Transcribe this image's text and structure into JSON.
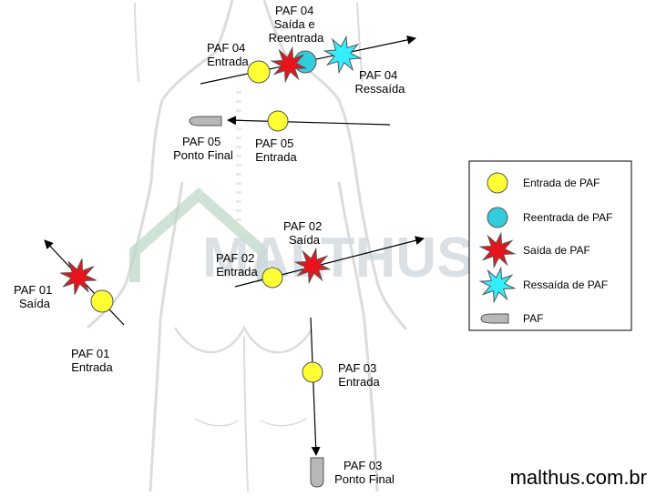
{
  "watermark": {
    "text": "MALTHUS"
  },
  "website": "malthus.com.br",
  "labels": {
    "paf04_saida_reentrada": [
      "PAF 04",
      "Saída e",
      "Reentrada"
    ],
    "paf04_entrada": [
      "PAF 04",
      "Entrada"
    ],
    "paf04_ressaida": [
      "PAF 04",
      "Ressaída"
    ],
    "paf05_ponto_final": [
      "PAF 05",
      "Ponto Final"
    ],
    "paf05_entrada": [
      "PAF 05",
      "Entrada"
    ],
    "paf02_saida": [
      "PAF 02",
      "Saída"
    ],
    "paf02_entrada": [
      "PAF 02",
      "Entrada"
    ],
    "paf01_saida": [
      "PAF 01",
      "Saída"
    ],
    "paf01_entrada": [
      "PAF 01",
      "Entrada"
    ],
    "paf03_entrada": [
      "PAF 03",
      "Entrada"
    ],
    "paf03_ponto_final": [
      "PAF 03",
      "Ponto Final"
    ]
  },
  "legend": {
    "items": [
      {
        "icon": "entry-circle-icon",
        "label": "Entrada de PAF"
      },
      {
        "icon": "reentry-circle-icon",
        "label": "Reentrada de PAF"
      },
      {
        "icon": "exit-star-icon",
        "label": "Saída de PAF"
      },
      {
        "icon": "reexit-star-icon",
        "label": "Ressaída de PAF"
      },
      {
        "icon": "bullet-icon",
        "label": "PAF"
      }
    ]
  },
  "colors": {
    "entry": "#ffff33",
    "reentry": "#33ccdd",
    "exit": "#e8141c",
    "reexit": "#33eeff",
    "bullet": "#b8b8b8",
    "silhouette": "#dcdcdc",
    "watermark": "#cfd6dd",
    "watermark_accent": "#b9d6c4"
  }
}
